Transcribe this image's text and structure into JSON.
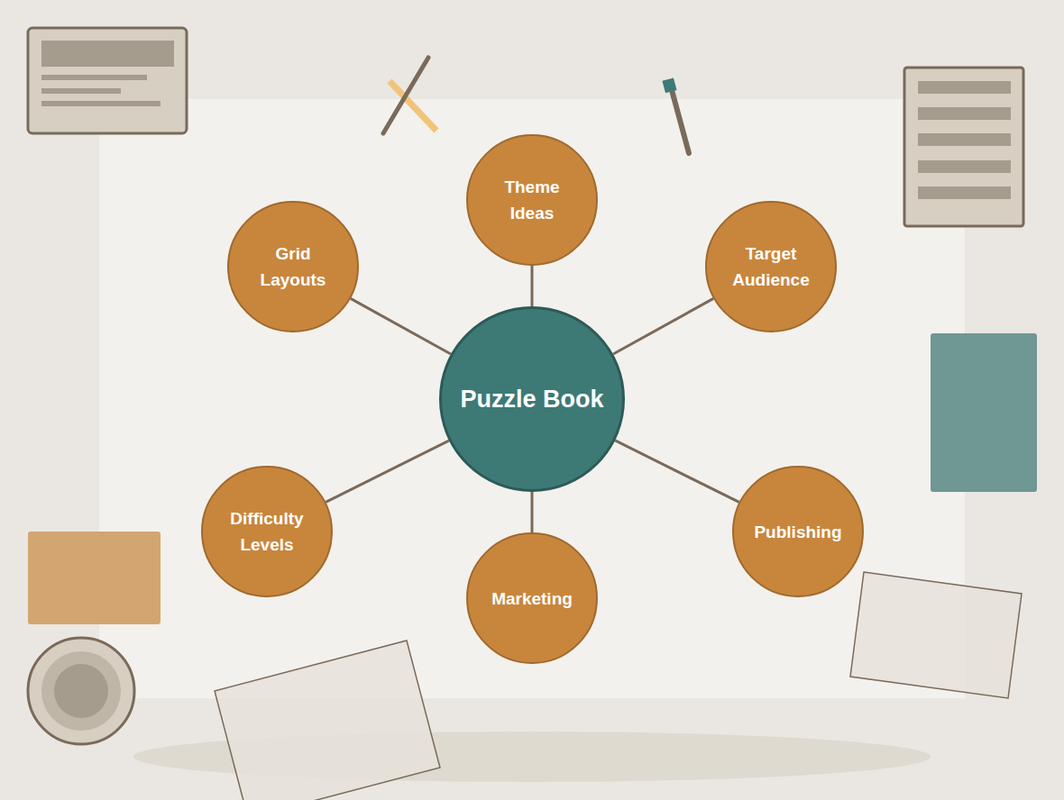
{
  "diagram": {
    "nodes": [
      {
        "text": [
          "Puzzle Book"
        ]
      },
      {
        "text": [
          "Theme Ideas"
        ]
      },
      {
        "text": [
          "Grid Layouts"
        ]
      },
      {
        "text": [
          "Target Audience"
        ]
      },
      {
        "text": [
          "Difficulty Levels"
        ]
      },
      {
        "text": [
          "Publishing"
        ]
      },
      {
        "text": [
          "Marketing"
        ]
      }
    ],
    "edges": [
      {
        "from": 0,
        "to": 1,
        "arrow": "none"
      },
      {
        "from": 0,
        "to": 2,
        "arrow": "none"
      },
      {
        "from": 0,
        "to": 3,
        "arrow": "none"
      },
      {
        "from": 0,
        "to": 4,
        "arrow": "none"
      },
      {
        "from": 0,
        "to": 5,
        "arrow": "none"
      },
      {
        "from": 0,
        "to": 6,
        "arrow": "none"
      }
    ]
  }
}
